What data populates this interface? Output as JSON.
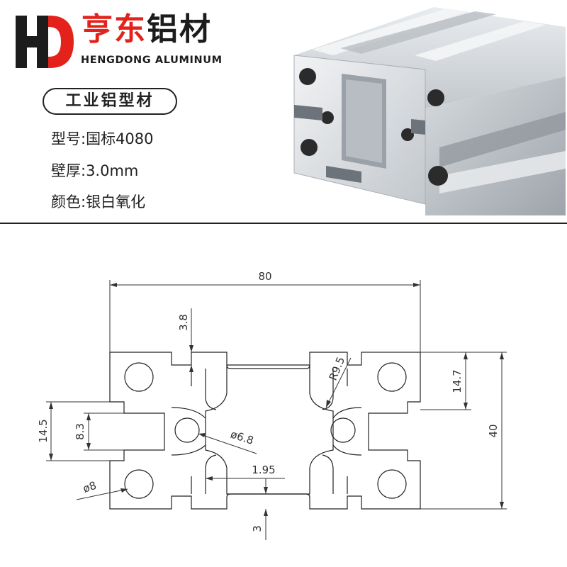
{
  "brand": {
    "name_cn_red": "亨东",
    "name_cn_dark": "铝材",
    "name_en": "HENGDONG ALUMINUM",
    "logo_letters": "HD",
    "colors": {
      "red": "#e3221b",
      "dark": "#1c1c1c"
    }
  },
  "product": {
    "category": "工业铝型材",
    "model": "型号:国标4080",
    "wall_thickness": "壁厚:3.0mm",
    "color": "颜色:银白氧化"
  },
  "drawing": {
    "width": "80",
    "height": "40",
    "slot_depth": "3.8",
    "fillet_radius": "R9.5",
    "inner_height_right": "14.7",
    "slot_outer_left": "14.5",
    "slot_inner_left": "8.3",
    "center_hole": "ø6.8",
    "thickness_inner": "1.95",
    "corner_hole": "ø8",
    "bottom_wall": "3"
  }
}
